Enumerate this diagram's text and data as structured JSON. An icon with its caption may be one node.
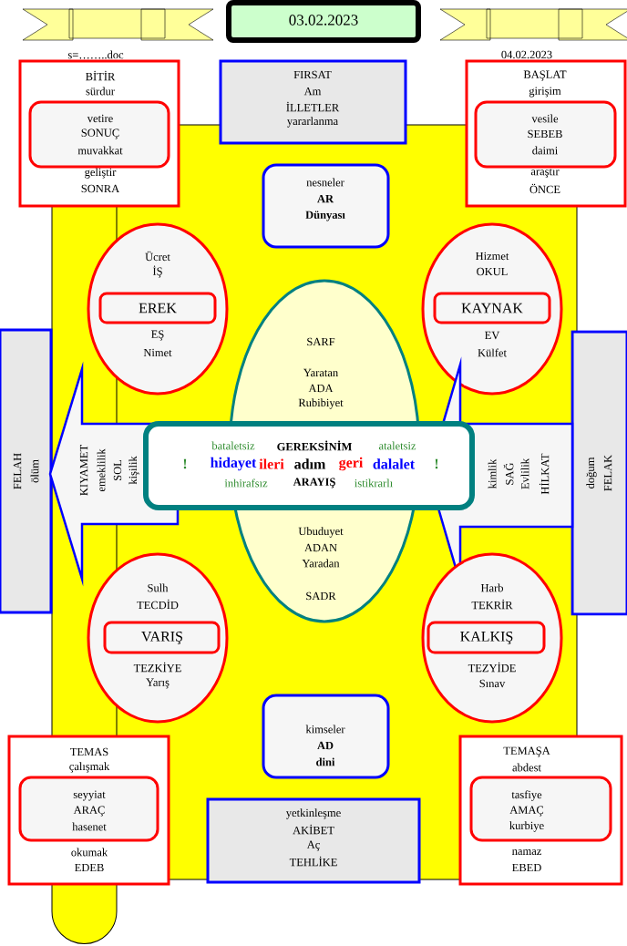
{
  "diagram": {
    "nodes": [
      {
        "text": [
          "03.02.2023"
        ]
      },
      {
        "text": [
          "BİTİR",
          "sürdur",
          "geliştir",
          "SONRA"
        ]
      },
      {
        "text": [
          "vetire",
          "SONUÇ",
          "muvakkat"
        ],
        "in": 1
      },
      {
        "text": [
          "FIRSAT",
          "Am",
          "İLLETLER",
          "yararlanma"
        ]
      },
      {
        "text": [
          "BAŞLAT",
          "girişim",
          "araştır",
          "ÖNCE"
        ]
      },
      {
        "text": [
          "vesile",
          "SEBEB",
          "daimi"
        ],
        "in": 4
      },
      {
        "text": [
          "nesneler",
          "AR",
          "Dünyası"
        ]
      },
      {
        "text": [
          "Ücret",
          "İŞ",
          "EŞ",
          "Nimet"
        ]
      },
      {
        "text": [
          "EREK"
        ],
        "in": 7
      },
      {
        "text": [
          "Hizmet",
          "OKUL",
          "EV",
          "Külfet"
        ]
      },
      {
        "text": [
          "KAYNAK"
        ],
        "in": 9
      },
      {
        "text": [
          "FELAH",
          "ölüm"
        ]
      },
      {
        "text": [
          "doğum",
          "FELAK"
        ]
      },
      {
        "text": [
          "SARF",
          "Yaratan",
          "ADA",
          "Rubibiyet",
          "Ubuduyet",
          "ADAN",
          "Yaradan",
          "SADR"
        ]
      },
      {
        "text": [
          "bataletsiz",
          "GEREKSİNİM",
          "ataletsiz",
          "!",
          "hidayet",
          "ileri",
          "adım",
          "geri",
          "dalalet",
          "!",
          "inhirafsız",
          "ARAYIŞ",
          "istikrarlı"
        ]
      },
      {
        "text": [
          "KIYAMET",
          "emeklilik",
          "SOL",
          "kişilik"
        ]
      },
      {
        "text": [
          "kimlik",
          "SAĞ",
          "Evlilik",
          "HİLKAT"
        ]
      },
      {
        "text": [
          "Sulh",
          "TECDİD",
          "TEZKİYE",
          "Yarış"
        ]
      },
      {
        "text": [
          "VARIŞ"
        ],
        "in": 17
      },
      {
        "text": [
          "Harb",
          "TEKRİR",
          "TEZYİDE",
          "Sınav"
        ]
      },
      {
        "text": [
          "KALKIŞ"
        ],
        "in": 19
      },
      {
        "text": [
          "kimseler",
          "AD",
          "dini"
        ]
      },
      {
        "text": [
          "TEMAS",
          "çalışmak",
          "okumak",
          "EDEB"
        ]
      },
      {
        "text": [
          "seyyiat",
          "ARAÇ",
          "hasenet"
        ],
        "in": 22
      },
      {
        "text": [
          "yetkinleşme",
          "AKİBET",
          "Aç",
          "TEHLİKE"
        ]
      },
      {
        "text": [
          "TEMAŞA",
          "abdest",
          "namaz",
          "EBED"
        ]
      },
      {
        "text": [
          "tasfiye",
          "AMAÇ",
          "kurbiye"
        ],
        "in": 25
      }
    ],
    "labels": [
      "s=……..doc",
      "04.02.2023"
    ]
  }
}
